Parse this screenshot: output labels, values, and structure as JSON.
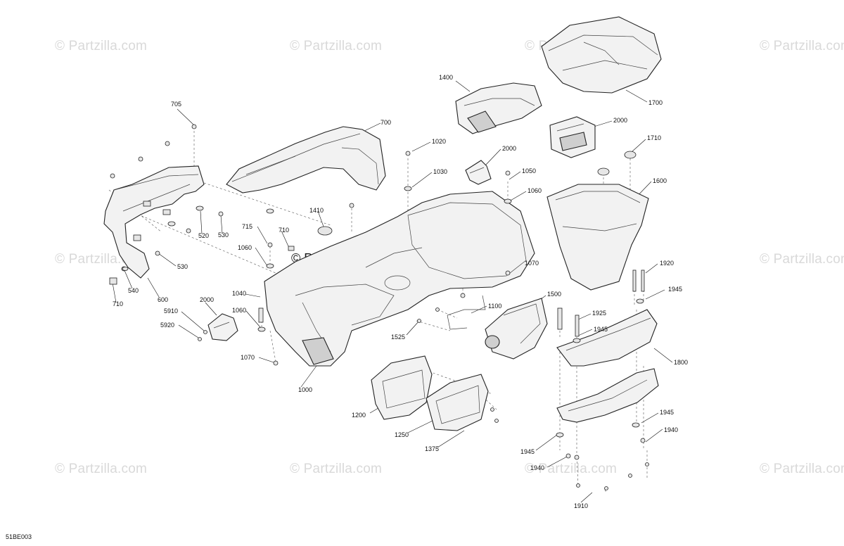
{
  "watermarks": {
    "text": "© Partzilla.com",
    "center": "© Partzilla.com"
  },
  "figure_code": "51BE003",
  "callouts": [
    "705",
    "700",
    "1400",
    "1700",
    "2000",
    "1710",
    "1020",
    "2000",
    "1030",
    "1050",
    "1060",
    "1600",
    "520",
    "530",
    "1410",
    "715",
    "710",
    "1060",
    "530",
    "540",
    "600",
    "710",
    "1070",
    "1920",
    "1945",
    "1040",
    "2000",
    "5910",
    "1060",
    "5920",
    "1100",
    "1500",
    "1925",
    "1945",
    "1525",
    "1070",
    "1000",
    "1800",
    "1200",
    "1250",
    "1375",
    "1945",
    "1940",
    "1945",
    "1940",
    "1910"
  ],
  "colors": {
    "line": "#222222",
    "fill": "#f2f2f2",
    "watermark": "#d9d9d9"
  }
}
